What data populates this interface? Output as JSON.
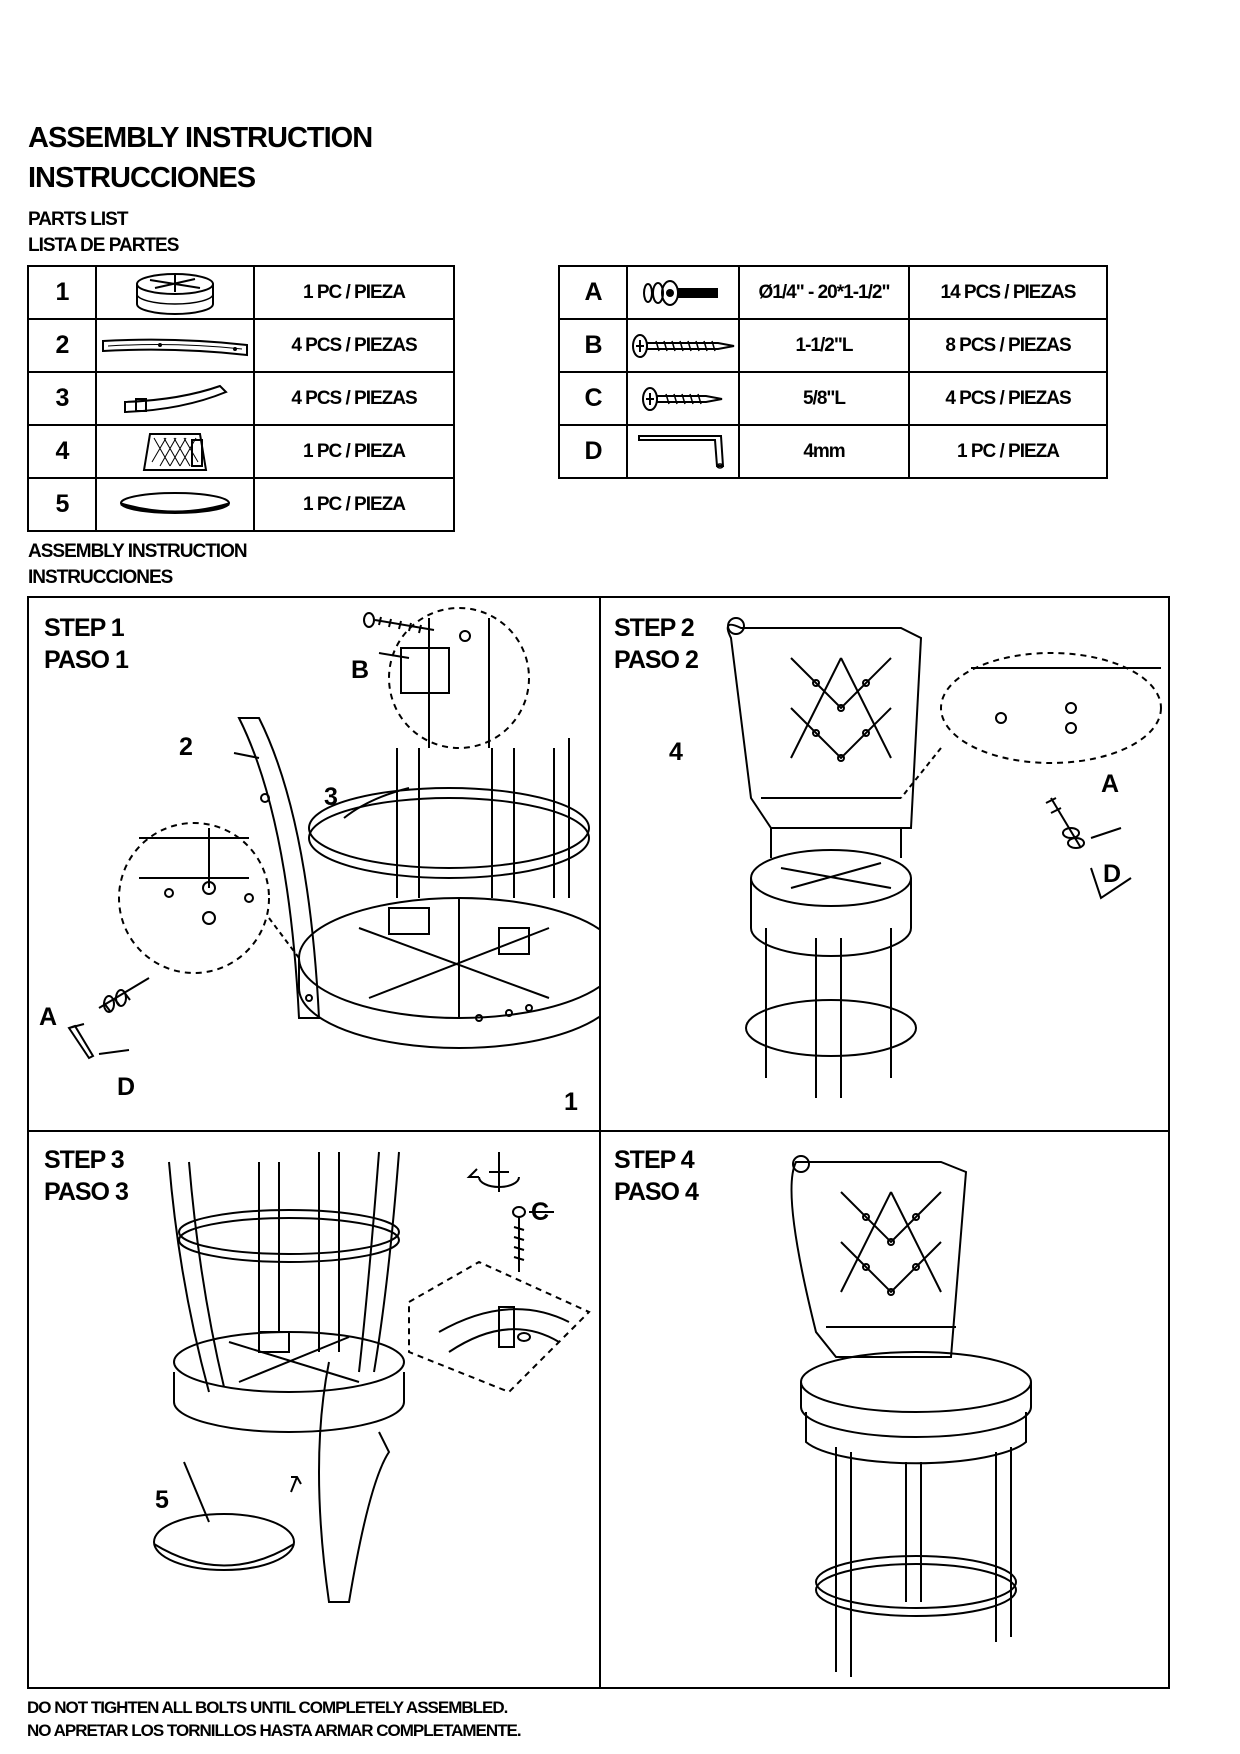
{
  "header": {
    "title_en": "ASSEMBLY INSTRUCTION",
    "title_es": "INSTRUCCIONES",
    "parts_list_en": "PARTS LIST",
    "parts_list_es": "LISTA DE PARTES"
  },
  "parts": [
    {
      "num": "1",
      "icon": "seat-frame-icon",
      "qty": "1 PC / PIEZA"
    },
    {
      "num": "2",
      "icon": "leg-icon",
      "qty": "4 PCS / PIEZAS"
    },
    {
      "num": "3",
      "icon": "curved-rail-icon",
      "qty": "4 PCS / PIEZAS"
    },
    {
      "num": "4",
      "icon": "backrest-icon",
      "qty": "1 PC / PIEZA"
    },
    {
      "num": "5",
      "icon": "seat-cushion-icon",
      "qty": "1 PC / PIEZA"
    }
  ],
  "hardware": [
    {
      "letter": "A",
      "icon": "bolt-washer-icon",
      "size": "Ø1/4\" - 20*1-1/2\"",
      "qty": "14 PCS / PIEZAS"
    },
    {
      "letter": "B",
      "icon": "long-screw-icon",
      "size": "1-1/2\"L",
      "qty": "8 PCS / PIEZAS"
    },
    {
      "letter": "C",
      "icon": "short-screw-icon",
      "size": "5/8\"L",
      "qty": "4 PCS / PIEZAS"
    },
    {
      "letter": "D",
      "icon": "allen-key-icon",
      "size": "4mm",
      "qty": "1 PC / PIEZA"
    }
  ],
  "assembly": {
    "heading_en": "ASSEMBLY INSTRUCTION",
    "heading_es": "INSTRUCCIONES"
  },
  "steps": [
    {
      "label_en": "STEP 1",
      "label_es": "PASO 1",
      "callouts": [
        "B",
        "2",
        "3",
        "A",
        "D",
        "1"
      ]
    },
    {
      "label_en": "STEP 2",
      "label_es": "PASO 2",
      "callouts": [
        "4",
        "A",
        "D"
      ]
    },
    {
      "label_en": "STEP 3",
      "label_es": "PASO 3",
      "callouts": [
        "C",
        "5"
      ]
    },
    {
      "label_en": "STEP 4",
      "label_es": "PASO 4",
      "callouts": []
    }
  ],
  "footer": {
    "line_en": "DO NOT TIGHTEN ALL BOLTS UNTIL COMPLETELY ASSEMBLED.",
    "line_es": "NO APRETAR LOS TORNILLOS HASTA ARMAR COMPLETAMENTE."
  }
}
